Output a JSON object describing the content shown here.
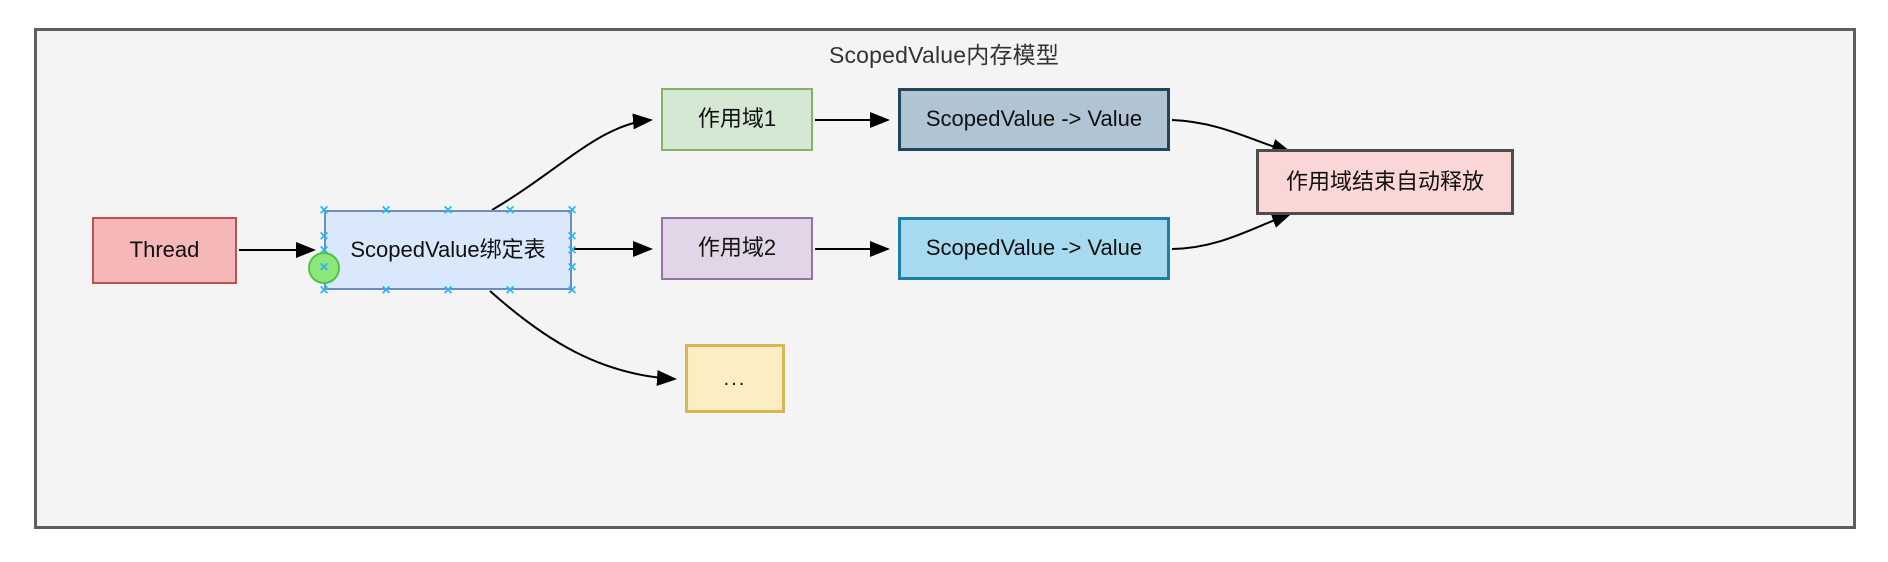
{
  "diagram": {
    "title": "ScopedValue内存模型",
    "frame_background": "#f4f4f4",
    "frame_border": "#5e5e5e",
    "page_background": "#ffffff"
  },
  "nodes": [
    {
      "id": "thread",
      "label": "Thread",
      "fill": "#f5b7b8",
      "stroke": "#b85450",
      "selected": false
    },
    {
      "id": "binding-table",
      "label": "ScopedValue绑定表",
      "fill": "#dae8fc",
      "stroke": "#6c8ebf",
      "selected": true
    },
    {
      "id": "scope-1",
      "label": "作用域1",
      "fill": "#d5e8d4",
      "stroke": "#82b366",
      "selected": false
    },
    {
      "id": "scope-2",
      "label": "作用域2",
      "fill": "#e1d5e7",
      "stroke": "#9673a6",
      "selected": false
    },
    {
      "id": "scoped-value-1",
      "label": "ScopedValue -> Value",
      "fill": "#b0c4d3",
      "stroke": "#23445d",
      "selected": false
    },
    {
      "id": "scoped-value-2",
      "label": "ScopedValue -> Value",
      "fill": "#a8daef",
      "stroke": "#1d7ea8",
      "selected": false
    },
    {
      "id": "auto-release",
      "label": "作用域结束自动释放",
      "fill": "#fad6d6",
      "stroke": "#4d4d4d",
      "selected": false
    },
    {
      "id": "more",
      "label": "...",
      "fill": "#fdedc3",
      "stroke": "#d6b656",
      "selected": false
    }
  ],
  "edges": [
    {
      "from": "thread",
      "to": "binding-table",
      "style": "straight"
    },
    {
      "from": "binding-table",
      "to": "scope-1",
      "style": "curved"
    },
    {
      "from": "binding-table",
      "to": "scope-2",
      "style": "straight"
    },
    {
      "from": "binding-table",
      "to": "more",
      "style": "curved"
    },
    {
      "from": "scope-1",
      "to": "scoped-value-1",
      "style": "straight"
    },
    {
      "from": "scope-2",
      "to": "scoped-value-2",
      "style": "straight"
    },
    {
      "from": "scoped-value-1",
      "to": "auto-release",
      "style": "curved"
    },
    {
      "from": "scoped-value-2",
      "to": "auto-release",
      "style": "curved"
    }
  ],
  "selection": {
    "target": "binding-table",
    "handle_glyph": "×",
    "handle_color": "#29b6f6",
    "connection_point_color": "#8ce87a"
  }
}
